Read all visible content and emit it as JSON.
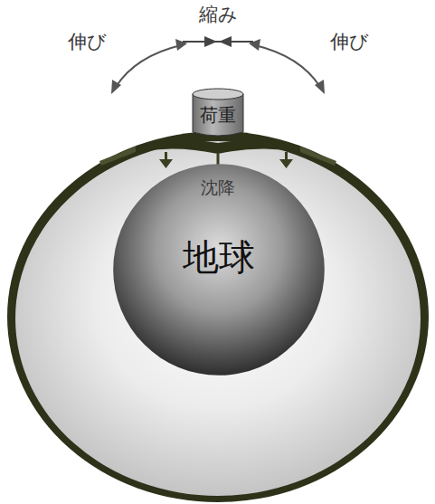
{
  "diagram": {
    "nodes": [
      {
        "text": [
          "荷重"
        ]
      },
      {
        "text": [
          "地球"
        ]
      }
    ],
    "labels": [
      "縮み",
      "伸び",
      "伸び",
      "沈降"
    ]
  }
}
